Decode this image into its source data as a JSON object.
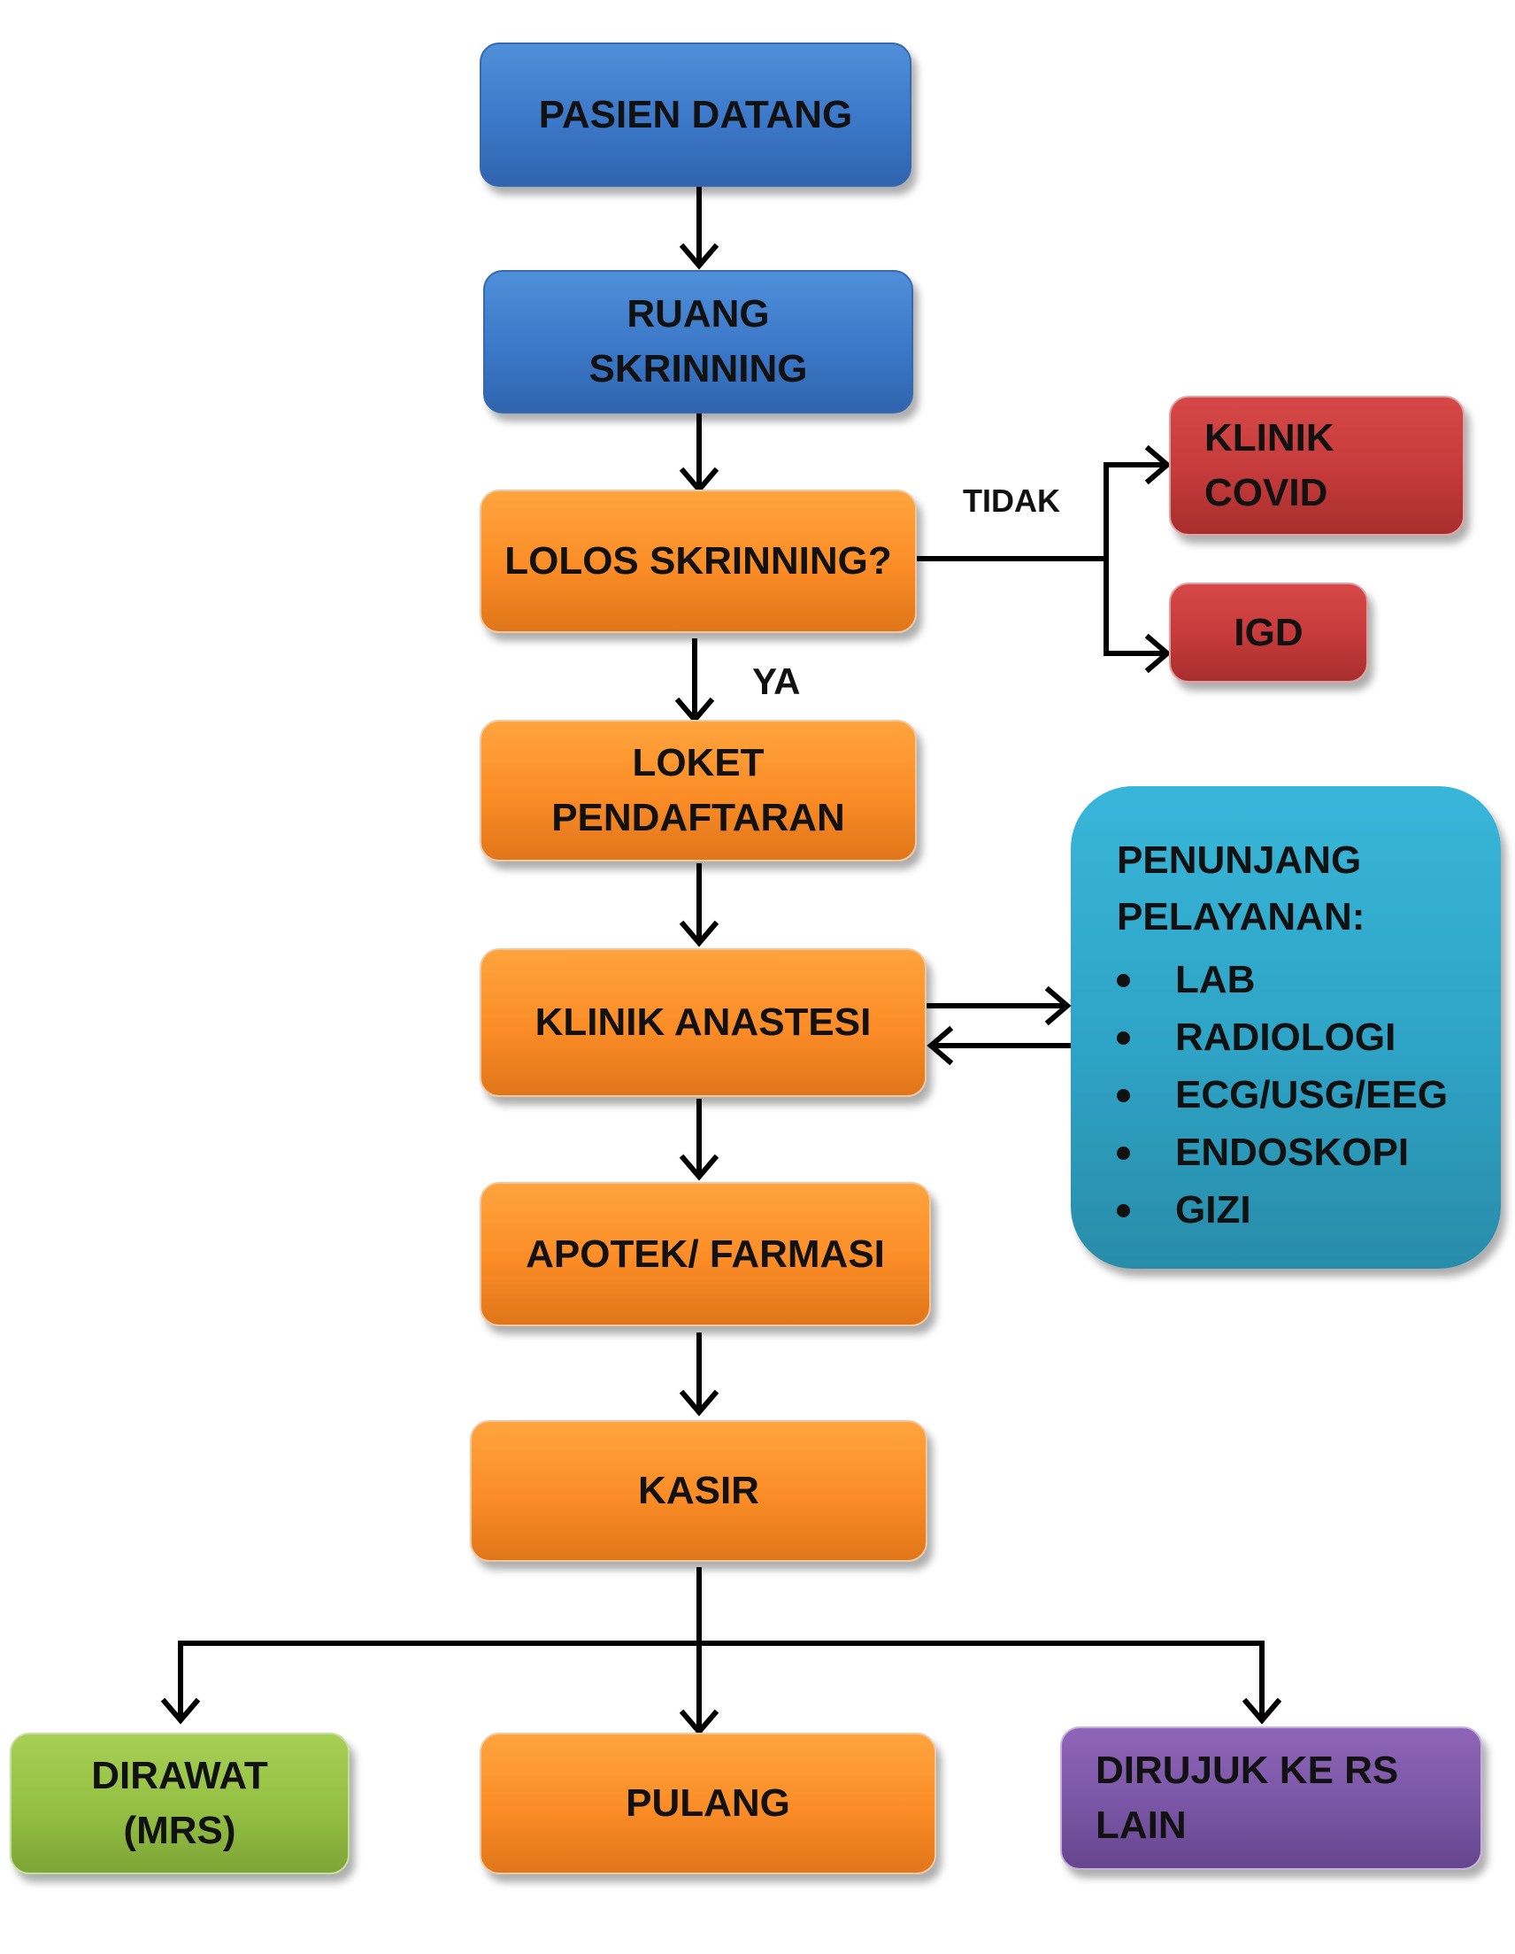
{
  "nodes": {
    "pasien_datang": [
      "PASIEN DATANG"
    ],
    "ruang_skrinning": [
      "RUANG",
      "SKRINNING"
    ],
    "lolos_skrinning": [
      "LOLOS SKRINNING?"
    ],
    "klinik_covid": [
      "KLINIK",
      "COVID"
    ],
    "igd": [
      "IGD"
    ],
    "loket_pendaftaran": [
      "LOKET",
      "PENDAFTARAN"
    ],
    "klinik_anastesi": [
      "KLINIK ANASTESI"
    ],
    "apotek_farmasi": [
      "APOTEK/ FARMASI"
    ],
    "kasir": [
      "KASIR"
    ],
    "dirawat": [
      "DIRAWAT",
      "(MRS)"
    ],
    "pulang": [
      "PULANG"
    ],
    "dirujuk": [
      "DIRUJUK KE RS",
      "LAIN"
    ]
  },
  "penunjang": {
    "title": [
      "PENUNJANG",
      "PELAYANAN:"
    ],
    "items": [
      "LAB",
      "RADIOLOGI",
      "ECG/USG/EEG",
      "ENDOSKOPI",
      "GIZI"
    ]
  },
  "edge_labels": {
    "tidak": "TIDAK",
    "ya": "YA"
  },
  "colors": {
    "blue": "#3b78c8",
    "orange": "#fb8c26",
    "red": "#c53a3a",
    "green": "#93c043",
    "purple": "#7a55a5",
    "teal": "#2ea3c5",
    "text": "#111111",
    "line": "#000000"
  }
}
